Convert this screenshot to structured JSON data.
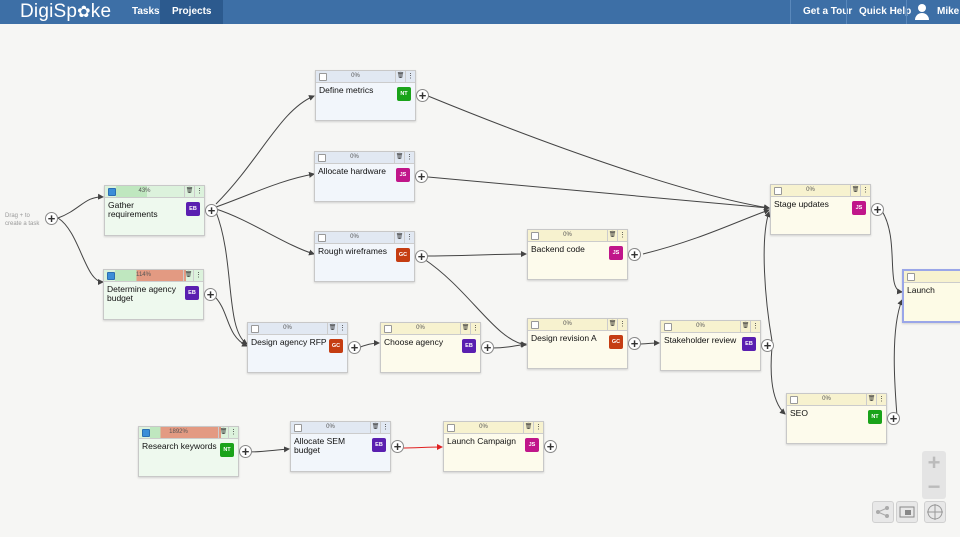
{
  "app": {
    "logo": "DigiSp",
    "logo_gear": "✿",
    "logo_tail": "ke"
  },
  "nav": {
    "tasks": "Tasks",
    "projects": "Projects",
    "tour": "Get a Tour",
    "help": "Quick Help",
    "user": "Mike"
  },
  "canvas": {
    "hint": "Drag + to create a task"
  },
  "tasks": [
    {
      "id": "define",
      "title": "Define metrics",
      "pct": "0%",
      "badge": "NT",
      "badge_color": "#1aa31a",
      "status": "blue"
    },
    {
      "id": "allocate-hw",
      "title": "Allocate hardware",
      "pct": "0%",
      "badge": "JS",
      "badge_color": "#c0168a",
      "status": "blue"
    },
    {
      "id": "gather",
      "title": "Gather requirements",
      "pct": "43%",
      "badge": "EB",
      "badge_color": "#5a1fb0",
      "status": "green",
      "checked": true,
      "progress": 0.43
    },
    {
      "id": "rough",
      "title": "Rough wireframes",
      "pct": "0%",
      "badge": "GC",
      "badge_color": "#c53d12",
      "status": "blue"
    },
    {
      "id": "backend",
      "title": "Backend code",
      "pct": "0%",
      "badge": "JS",
      "badge_color": "#c0168a",
      "status": "yellow"
    },
    {
      "id": "budget",
      "title": "Determine agency budget",
      "pct": "114%",
      "badge": "EB",
      "badge_color": "#5a1fb0",
      "status": "green",
      "checked": true,
      "progress": 1.0
    },
    {
      "id": "design-rfp",
      "title": "Design agency RFP",
      "pct": "0%",
      "badge": "GC",
      "badge_color": "#c53d12",
      "status": "blue"
    },
    {
      "id": "choose",
      "title": "Choose agency",
      "pct": "0%",
      "badge": "EB",
      "badge_color": "#5a1fb0",
      "status": "yellow"
    },
    {
      "id": "design-rev",
      "title": "Design revision A",
      "pct": "0%",
      "badge": "GC",
      "badge_color": "#c53d12",
      "status": "yellow"
    },
    {
      "id": "stakeholder",
      "title": "Stakeholder review",
      "pct": "0%",
      "badge": "EB",
      "badge_color": "#5a1fb0",
      "status": "yellow"
    },
    {
      "id": "stage",
      "title": "Stage updates",
      "pct": "0%",
      "badge": "JS",
      "badge_color": "#c0168a",
      "status": "yellow"
    },
    {
      "id": "seo",
      "title": "SEO",
      "pct": "0%",
      "badge": "NT",
      "badge_color": "#1aa31a",
      "status": "yellow"
    },
    {
      "id": "launch",
      "title": "Launch",
      "pct": "",
      "badge": "",
      "badge_color": "",
      "status": "yellow"
    },
    {
      "id": "research",
      "title": "Research keywords",
      "pct": "1892%",
      "badge": "NT",
      "badge_color": "#1aa31a",
      "status": "green",
      "checked": true,
      "progress": 1.0
    },
    {
      "id": "sem",
      "title": "Allocate SEM budget",
      "pct": "0%",
      "badge": "EB",
      "badge_color": "#5a1fb0",
      "status": "blue"
    },
    {
      "id": "campaign",
      "title": "Launch Campaign",
      "pct": "0%",
      "badge": "JS",
      "badge_color": "#c0168a",
      "status": "yellow"
    }
  ],
  "icons": {
    "add": "+",
    "trash": "🗑",
    "menu": "⋮",
    "zoom_in": "+",
    "zoom_out": "−"
  },
  "colors": {
    "topbar": "#3d6fa6",
    "critical_edge": "#e02020",
    "edge": "#444444"
  }
}
